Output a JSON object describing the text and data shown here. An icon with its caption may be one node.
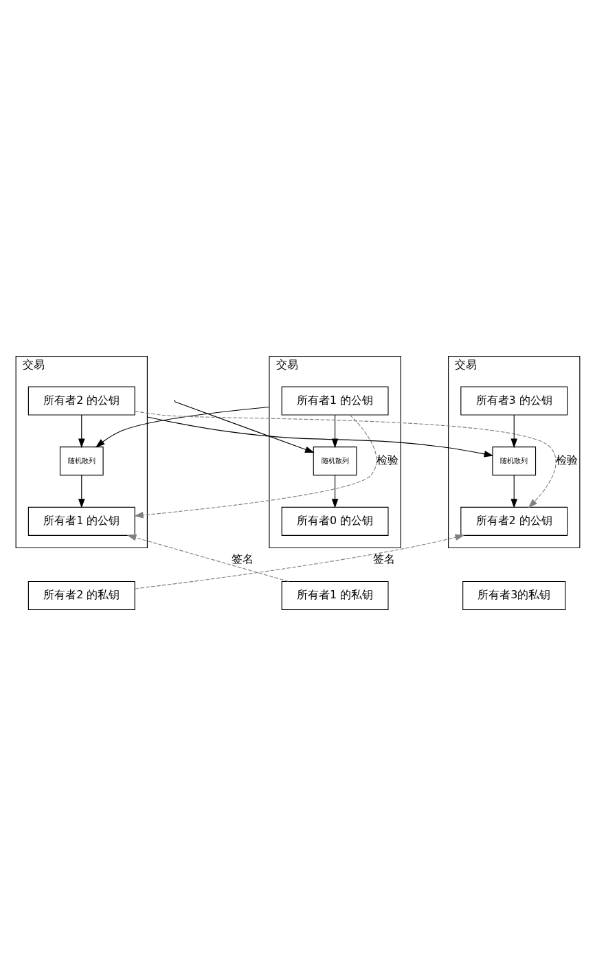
{
  "diagram": {
    "nodes": [
      {
        "text": [
          "交易"
        ]
      },
      {
        "text": [
          "所有者1 的公钥"
        ],
        "in": 0
      },
      {
        "text": [
          "随机散列"
        ],
        "in": 0
      },
      {
        "text": [
          "所有者0 的公钥"
        ],
        "in": 0
      },
      {
        "text": [
          "交易"
        ]
      },
      {
        "text": [
          "所有者2 的公钥"
        ],
        "in": 4
      },
      {
        "text": [
          "随机散列"
        ],
        "in": 4
      },
      {
        "text": [
          "所有者1 的公钥"
        ],
        "in": 4
      },
      {
        "text": [
          "交易"
        ]
      },
      {
        "text": [
          "所有者3 的公钥"
        ],
        "in": 8
      },
      {
        "text": [
          "随机散列"
        ],
        "in": 8
      },
      {
        "text": [
          "所有者2 的公钥"
        ],
        "in": 8
      },
      {
        "text": [
          "所有者1 的私钥"
        ]
      },
      {
        "text": [
          "所有者2 的私钥"
        ]
      },
      {
        "text": [
          "所有者3的私钥"
        ]
      }
    ],
    "edges": [
      {
        "from": null,
        "to": 2,
        "arrow": "to"
      },
      {
        "from": 1,
        "to": 2,
        "arrow": "to"
      },
      {
        "from": 2,
        "to": 3,
        "arrow": "to"
      },
      {
        "from": 0,
        "to": 6,
        "arrow": "to"
      },
      {
        "from": 5,
        "to": 6,
        "arrow": "to"
      },
      {
        "from": 6,
        "to": 7,
        "arrow": "to"
      },
      {
        "from": 1,
        "to": 7,
        "arrow": "to",
        "label": "检验",
        "style": "dashed",
        "color": "#808080"
      },
      {
        "from": 12,
        "to": 7,
        "arrow": "to",
        "label": "签名",
        "style": "dashed",
        "color": "#808080"
      },
      {
        "from": 4,
        "to": 10,
        "arrow": "to"
      },
      {
        "from": 9,
        "to": 10,
        "arrow": "to"
      },
      {
        "from": 10,
        "to": 11,
        "arrow": "to"
      },
      {
        "from": 5,
        "to": 11,
        "arrow": "to",
        "label": "检验",
        "style": "dashed",
        "color": "#808080"
      },
      {
        "from": 13,
        "to": 11,
        "arrow": "to",
        "label": "签名",
        "style": "dashed",
        "color": "#808080"
      }
    ]
  }
}
